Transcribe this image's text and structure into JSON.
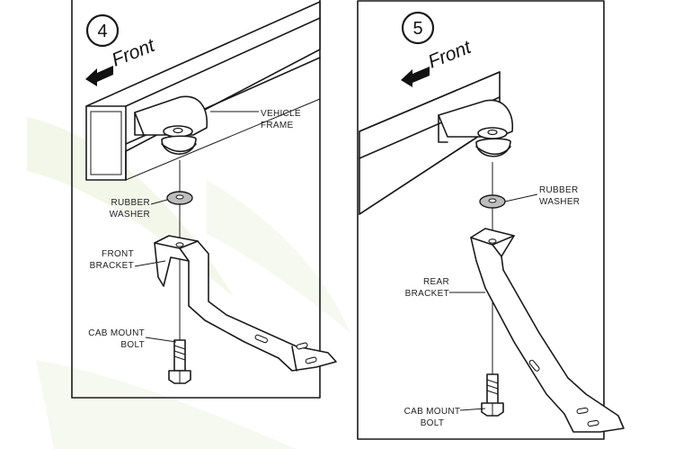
{
  "colors": {
    "ink": "#1a1a1a",
    "background": "#ffffff",
    "shade": "#e6e6e6",
    "watermark": "#e8f0d6"
  },
  "steps": [
    {
      "number": "4",
      "direction": "Front",
      "labels": {
        "vehicle_frame": [
          "VEHICLE",
          "FRAME"
        ],
        "washer": [
          "RUBBER",
          "WASHER"
        ],
        "bracket": [
          "FRONT",
          "BRACKET"
        ],
        "bolt": [
          "CAB MOUNT",
          "BOLT"
        ]
      }
    },
    {
      "number": "5",
      "direction": "Front",
      "labels": {
        "washer": [
          "RUBBER",
          "WASHER"
        ],
        "bracket": [
          "REAR",
          "BRACKET"
        ],
        "bolt": [
          "CAB MOUNT",
          "BOLT"
        ]
      }
    }
  ]
}
